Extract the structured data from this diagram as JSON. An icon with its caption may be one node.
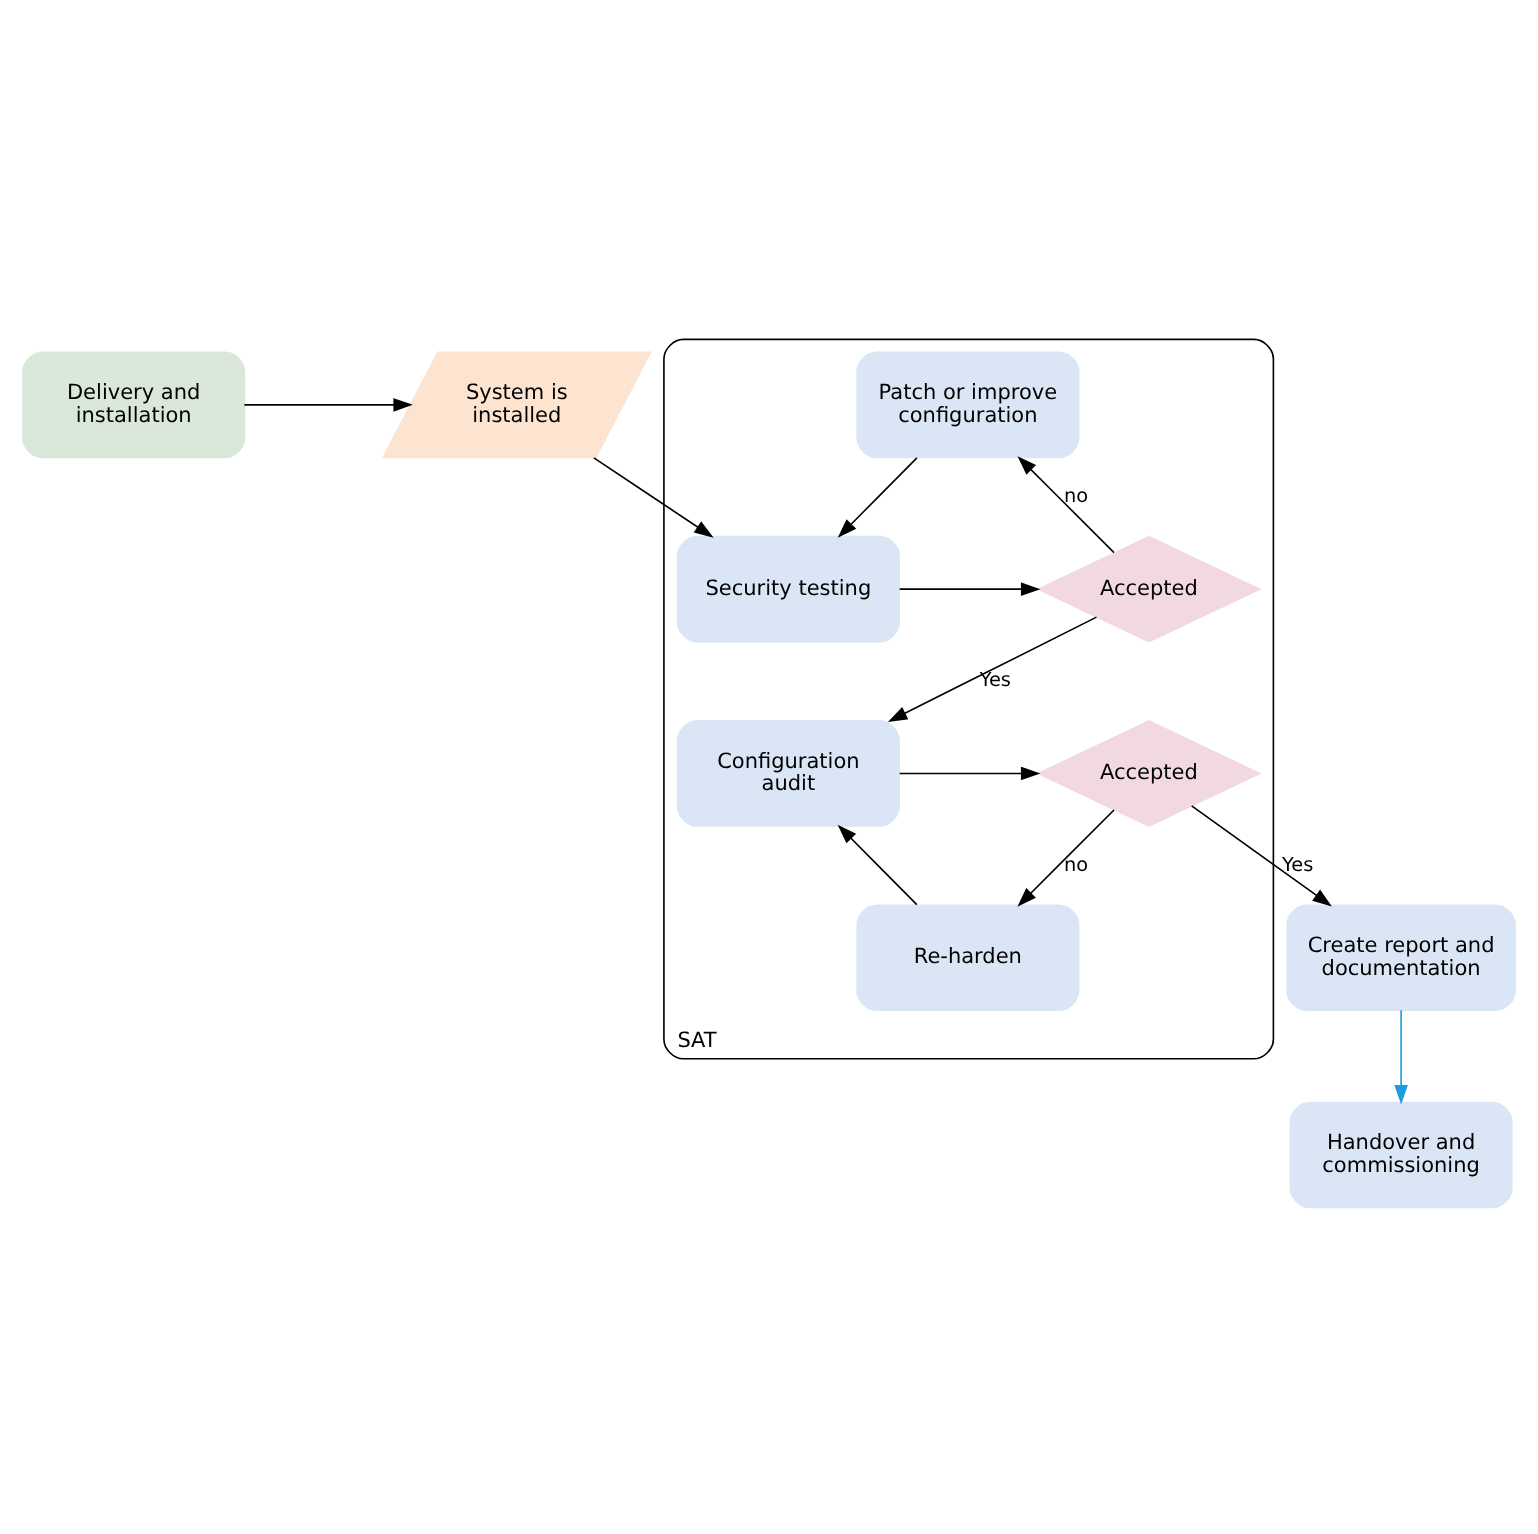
{
  "diagram": {
    "nodes": [
      {
        "text": [
          "Delivery and installation"
        ]
      },
      {
        "text": [
          "System is installed"
        ]
      },
      {
        "text": [
          "SAT"
        ]
      },
      {
        "text": [
          "Patch or improve configuration"
        ],
        "in": 2
      },
      {
        "text": [
          "Accepted"
        ],
        "in": 2
      },
      {
        "text": [
          "Security testing"
        ],
        "in": 2
      },
      {
        "text": [
          "Configuration audit"
        ],
        "in": 2
      },
      {
        "text": [
          "Accepted"
        ],
        "in": 2
      },
      {
        "text": [
          "Re-harden"
        ],
        "in": 2
      },
      {
        "text": [
          "Create report and documentation"
        ]
      },
      {
        "text": [
          "Handover and commissioning"
        ]
      }
    ],
    "edges": [
      {
        "from": 0,
        "to": 1,
        "arrow": "to"
      },
      {
        "from": 1,
        "to": 5,
        "arrow": "to"
      },
      {
        "from": 3,
        "to": 5,
        "arrow": "to"
      },
      {
        "from": 5,
        "to": 4,
        "arrow": "to"
      },
      {
        "from": 4,
        "to": 3,
        "arrow": "to",
        "label": "no"
      },
      {
        "from": 4,
        "to": 6,
        "arrow": "to",
        "label": "Yes"
      },
      {
        "from": 6,
        "to": 7,
        "arrow": "to"
      },
      {
        "from": 7,
        "to": 9,
        "arrow": "to",
        "label": "Yes"
      },
      {
        "from": 7,
        "to": 8,
        "arrow": "to",
        "label": "no"
      },
      {
        "from": 8,
        "to": 6,
        "arrow": "to"
      },
      {
        "from": 9,
        "to": 10,
        "arrow": "to",
        "color": "#1e9be0"
      }
    ]
  }
}
